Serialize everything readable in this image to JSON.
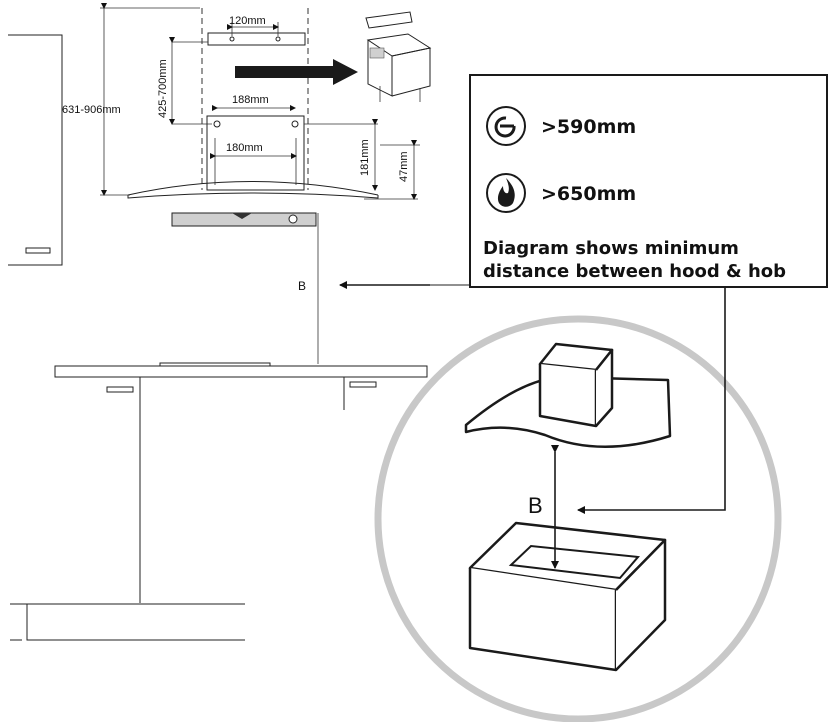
{
  "dimensions": {
    "bracket_width": "120mm",
    "bracket_height_range": "425-700mm",
    "total_height_range": "631-906mm",
    "hole_spacing_upper": "188mm",
    "hole_spacing_lower": "180mm",
    "body_height": "181mm",
    "edge_height": "47mm"
  },
  "clearance": {
    "electric_value": ">590mm",
    "gas_value": ">650mm",
    "note_line1": "Diagram shows minimum",
    "note_line2": "distance between hood & hob"
  },
  "labels": {
    "distance_main": "B",
    "distance_zoom": "B"
  },
  "icons": {
    "electric": "power-icon",
    "gas": "flame-icon"
  },
  "colors": {
    "callout_circle": "#c8c8c8",
    "arrow_fill": "#1a1a1a"
  }
}
